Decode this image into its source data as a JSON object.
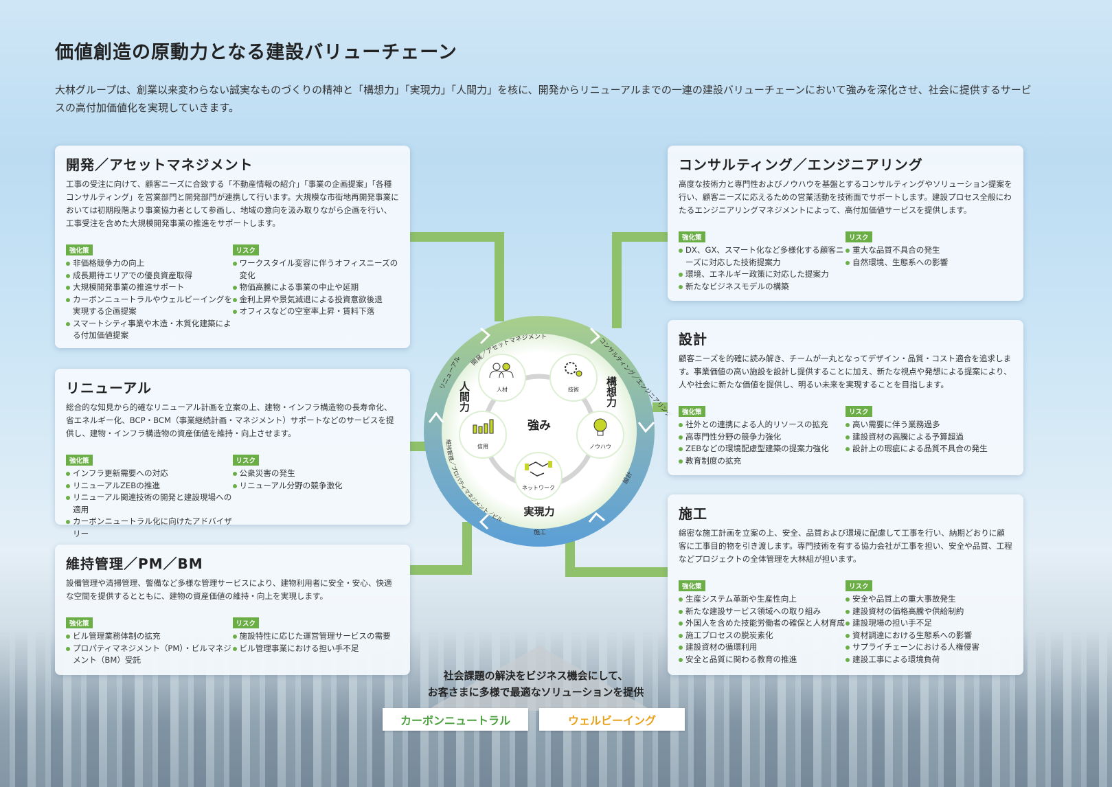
{
  "title": "価値創造の原動力となる建設バリューチェーン",
  "intro": "大林グループは、創業以来変わらない誠実なものづくりの精神と「構想力」「実現力」「人間力」を核に、開発からリニューアルまでの一連の建設バリューチェーンにおいて強みを深化させ、社会に提供するサービスの高付加価値化を実現していきます。",
  "labels": {
    "measures": "強化策",
    "risks": "リスク"
  },
  "cards": [
    {
      "id": "dev",
      "title": "開発／アセットマネジメント",
      "desc": "工事の受注に向けて、顧客ニーズに合致する「不動産情報の紹介」「事業の企画提案」「各種コンサルティング」を営業部門と開発部門が連携して行います。大規模な市街地再開発事業においては初期段階より事業協力者として参画し、地域の意向を汲み取りながら企画を行い、工事受注を含めた大規模開発事業の推進をサポートします。",
      "measures": [
        "非価格競争力の向上",
        "成長期待エリアでの優良資産取得",
        "大規模開発事業の推進サポート",
        "カーボンニュートラルやウェルビーイングを実現する企画提案",
        "スマートシティ事業や木造・木質化建築による付加価値提案"
      ],
      "risks": [
        "ワークスタイル変容に伴うオフィスニーズの変化",
        "物価高騰による事業の中止や延期",
        "金利上昇や景気減退による投資意欲後退",
        "オフィスなどの空室率上昇・賃料下落"
      ]
    },
    {
      "id": "renewal",
      "title": "リニューアル",
      "desc": "総合的な知見から的確なリニューアル計画を立案の上、建物・インフラ構造物の長寿命化、省エネルギー化、BCP・BCM（事業継続計画・マネジメント）サポートなどのサービスを提供し、建物・インフラ構造物の資産価値を維持・向上させます。",
      "measures": [
        "インフラ更新需要への対応",
        "リニューアルZEBの推進",
        "リニューアル関連技術の開発と建設現場への適用",
        "カーボンニュートラル化に向けたアドバイザリー"
      ],
      "risks": [
        "公衆災害の発生",
        "リニューアル分野の競争激化"
      ]
    },
    {
      "id": "maint",
      "title": "維持管理／PM／BM",
      "desc": "設備管理や清掃管理、警備など多様な管理サービスにより、建物利用者に安全・安心、快適な空間を提供するとともに、建物の資産価値の維持・向上を実現します。",
      "measures": [
        "ビル管理業務体制の拡充",
        "プロパティマネジメント（PM）・ビルマネジメント（BM）受託"
      ],
      "risks": [
        "施設特性に応じた運営管理サービスの需要",
        "ビル管理事業における担い手不足"
      ]
    },
    {
      "id": "consult",
      "title": "コンサルティング／エンジニアリング",
      "desc": "高度な技術力と専門性およびノウハウを基盤とするコンサルティングやソリューション提案を行い、顧客ニーズに応えるための営業活動を技術面でサポートします。建設プロセス全般にわたるエンジニアリングマネジメントによって、高付加価値サービスを提供します。",
      "measures": [
        "DX、GX、スマート化など多様化する顧客ニーズに対応した技術提案力",
        "環境、エネルギー政策に対応した提案力",
        "新たなビジネスモデルの構築"
      ],
      "risks": [
        "重大な品質不具合の発生",
        "自然環境、生態系への影響"
      ]
    },
    {
      "id": "design",
      "title": "設計",
      "desc": "顧客ニーズを的確に読み解き、チームが一丸となってデザイン・品質・コスト適合を追求します。事業価値の高い施設を設計し提供することに加え、新たな視点や発想による提案により、人や社会に新たな価値を提供し、明るい未来を実現することを目指します。",
      "measures": [
        "社外との連携による人的リソースの拡充",
        "高専門性分野の競争力強化",
        "ZEBなどの環境配慮型建築の提案力強化",
        "教育制度の拡充"
      ],
      "risks": [
        "高い需要に伴う業務過多",
        "建設資材の高騰による予算超過",
        "設計上の瑕疵による品質不具合の発生"
      ]
    },
    {
      "id": "const",
      "title": "施工",
      "desc": "綿密な施工計画を立案の上、安全、品質および環境に配慮して工事を行い、納期どおりに顧客に工事目的物を引き渡します。専門技術を有する協力会社が工事を担い、安全や品質、工程などプロジェクトの全体管理を大林組が担います。",
      "measures": [
        "生産システム革新や生産性向上",
        "新たな建設サービス領域への取り組み",
        "外国人を含めた技能労働者の確保と人材育成",
        "施工プロセスの脱炭素化",
        "建設資材の循環利用",
        "安全と品質に関わる教育の推進"
      ],
      "risks": [
        "安全や品質上の重大事故発生",
        "建設資材の価格高騰や供給制約",
        "建設現場の担い手不足",
        "資材調達における生態系への影響",
        "サプライチェーンにおける人権侵害",
        "建設工事による環境負荷"
      ]
    }
  ],
  "circle": {
    "center": "強み",
    "powers": {
      "human": "人間力",
      "concept": "構想力",
      "realize": "実現力"
    },
    "nodes": [
      {
        "label": "人材",
        "icon": "people-icon"
      },
      {
        "label": "技術",
        "icon": "gear-icon"
      },
      {
        "label": "ノウハウ",
        "icon": "lightbulb-icon"
      },
      {
        "label": "ネットワーク",
        "icon": "handshake-icon"
      },
      {
        "label": "信用",
        "icon": "bar-chart-icon"
      }
    ],
    "ring": [
      "開発／アセットマネジメント",
      "コンサルティング／エンジニアリング",
      "設計",
      "施工",
      "維持管理／プロパティマネジメント／ビルマネジメント",
      "リニューアル"
    ]
  },
  "bottom": {
    "line1": "社会課題の解決をビジネス機会にして、",
    "line2": "お客さまに多様で最適なソリューションを提供",
    "pill1": "カーボンニュートラル",
    "pill2": "ウェルビーイング"
  },
  "colors": {
    "green": "#6aae45",
    "carbon": "#4aa03c",
    "wellbeing": "#e9a21b"
  }
}
